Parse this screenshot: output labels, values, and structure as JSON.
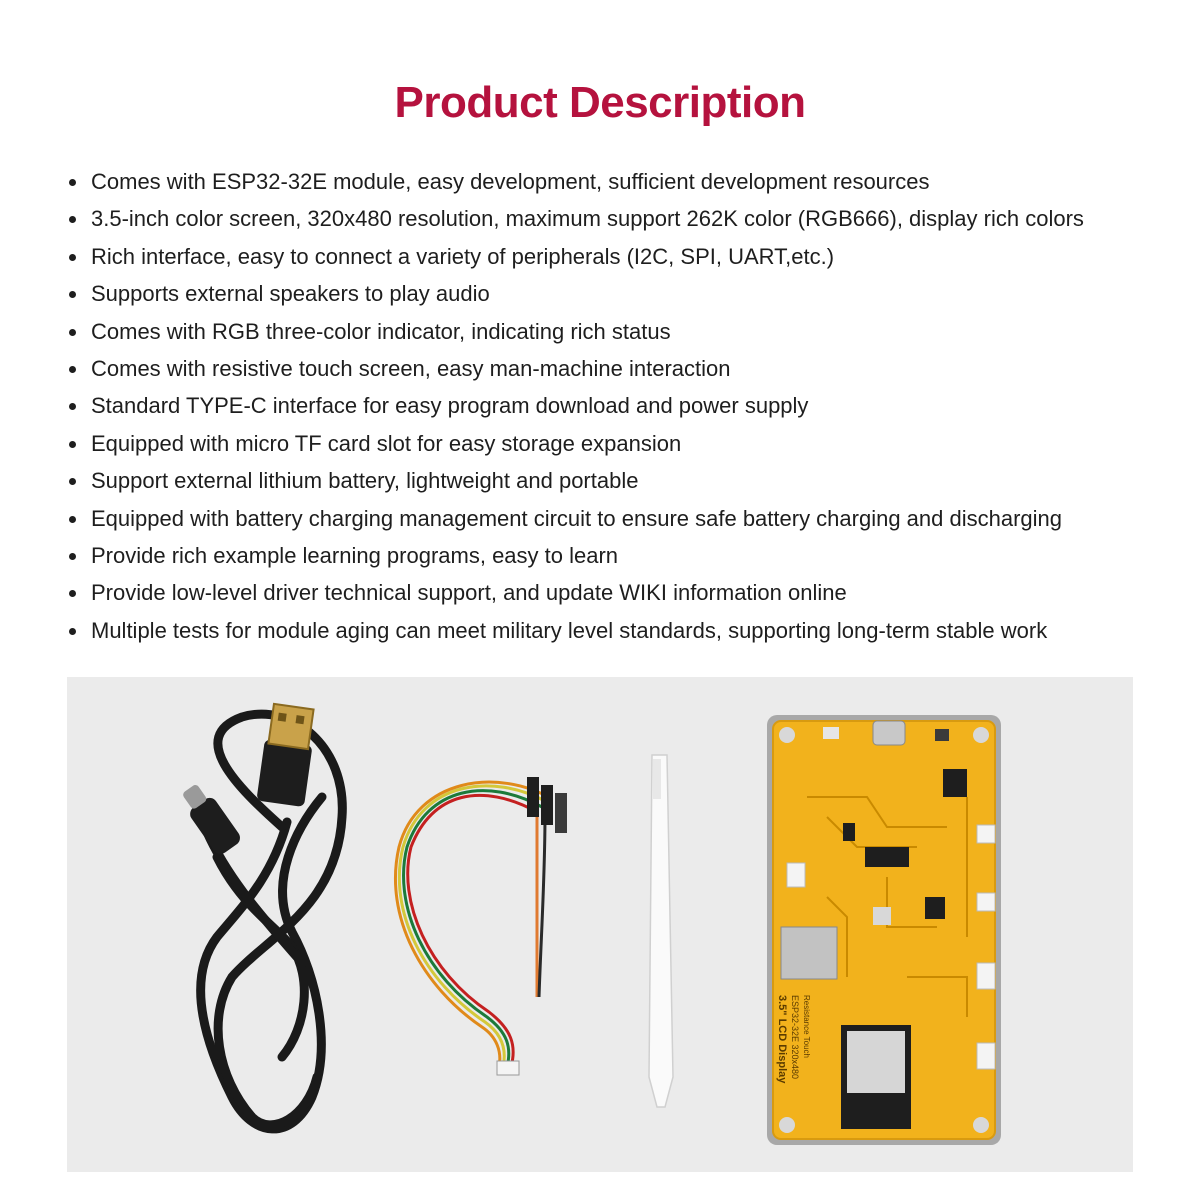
{
  "page": {
    "title": "Product Description",
    "title_color": "#b5123e",
    "features": [
      "Comes with ESP32-32E module, easy development, sufficient development resources",
      "3.5-inch color screen, 320x480 resolution, maximum support 262K color (RGB666), display rich colors",
      "Rich interface, easy to connect a variety of peripherals (I2C, SPI, UART,etc.)",
      "Supports external speakers to play audio",
      "Comes with RGB three-color indicator, indicating rich status",
      "Comes with resistive touch screen, easy man-machine interaction",
      "Standard TYPE-C interface for easy program download and power supply",
      "Equipped with micro TF card slot for easy storage expansion",
      "Support external lithium battery, lightweight and portable",
      "Equipped with battery charging management circuit to ensure safe battery charging and discharging",
      "Provide rich example learning programs, easy to learn",
      "Provide low-level driver technical support, and update WIKI information online",
      "Multiple tests for module aging can meet military level standards, supporting long-term stable work"
    ]
  },
  "product_photo": {
    "background_color": "#ebebeb",
    "items": [
      "usb-c-cable-icon",
      "jumper-wire-cable-icon",
      "stylus-pen-icon",
      "lcd-display-board-icon"
    ],
    "board": {
      "color": "#f2b21c",
      "label_line1": "3.5\" LCD Display",
      "label_line2": "ESP32-32E 320x480",
      "label_line3": "Resistance Touch"
    }
  }
}
